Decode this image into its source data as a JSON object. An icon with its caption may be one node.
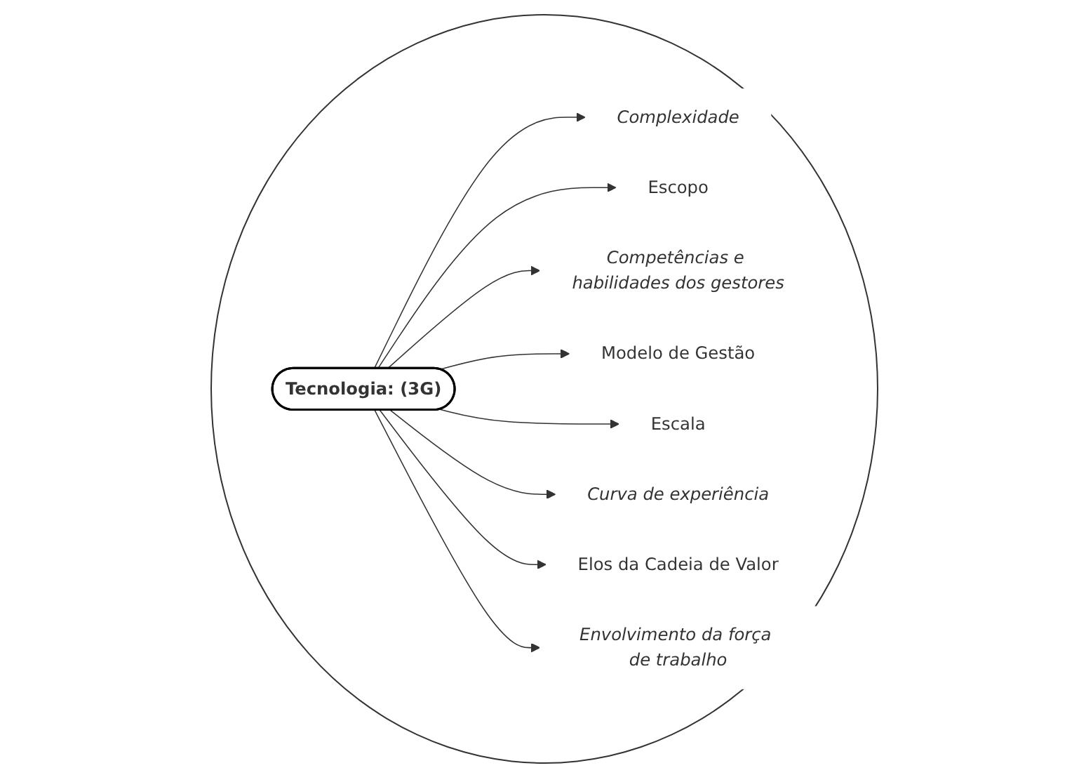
{
  "diagram": {
    "nodes": [
      {
        "text": [
          "Tecnologia: (3G)"
        ]
      },
      {
        "text": [
          "Complexidade"
        ]
      },
      {
        "text": [
          "Escopo"
        ]
      },
      {
        "text": [
          "Competências e habilidades dos gestores"
        ]
      },
      {
        "text": [
          "Modelo de Gestão"
        ]
      },
      {
        "text": [
          "Escala"
        ]
      },
      {
        "text": [
          "Curva de experiência"
        ]
      },
      {
        "text": [
          "Elos da Cadeia de Valor"
        ]
      },
      {
        "text": [
          "Envolvimento da força de trabalho"
        ]
      }
    ],
    "edges": [
      {
        "from": 0,
        "to": 1,
        "arrow": "to"
      },
      {
        "from": 0,
        "to": 2,
        "arrow": "to"
      },
      {
        "from": 0,
        "to": 3,
        "arrow": "to"
      },
      {
        "from": 0,
        "to": 4,
        "arrow": "to"
      },
      {
        "from": 0,
        "to": 5,
        "arrow": "to"
      },
      {
        "from": 0,
        "to": 6,
        "arrow": "to"
      },
      {
        "from": 0,
        "to": 7,
        "arrow": "to"
      },
      {
        "from": 0,
        "to": 8,
        "arrow": "to"
      }
    ]
  }
}
